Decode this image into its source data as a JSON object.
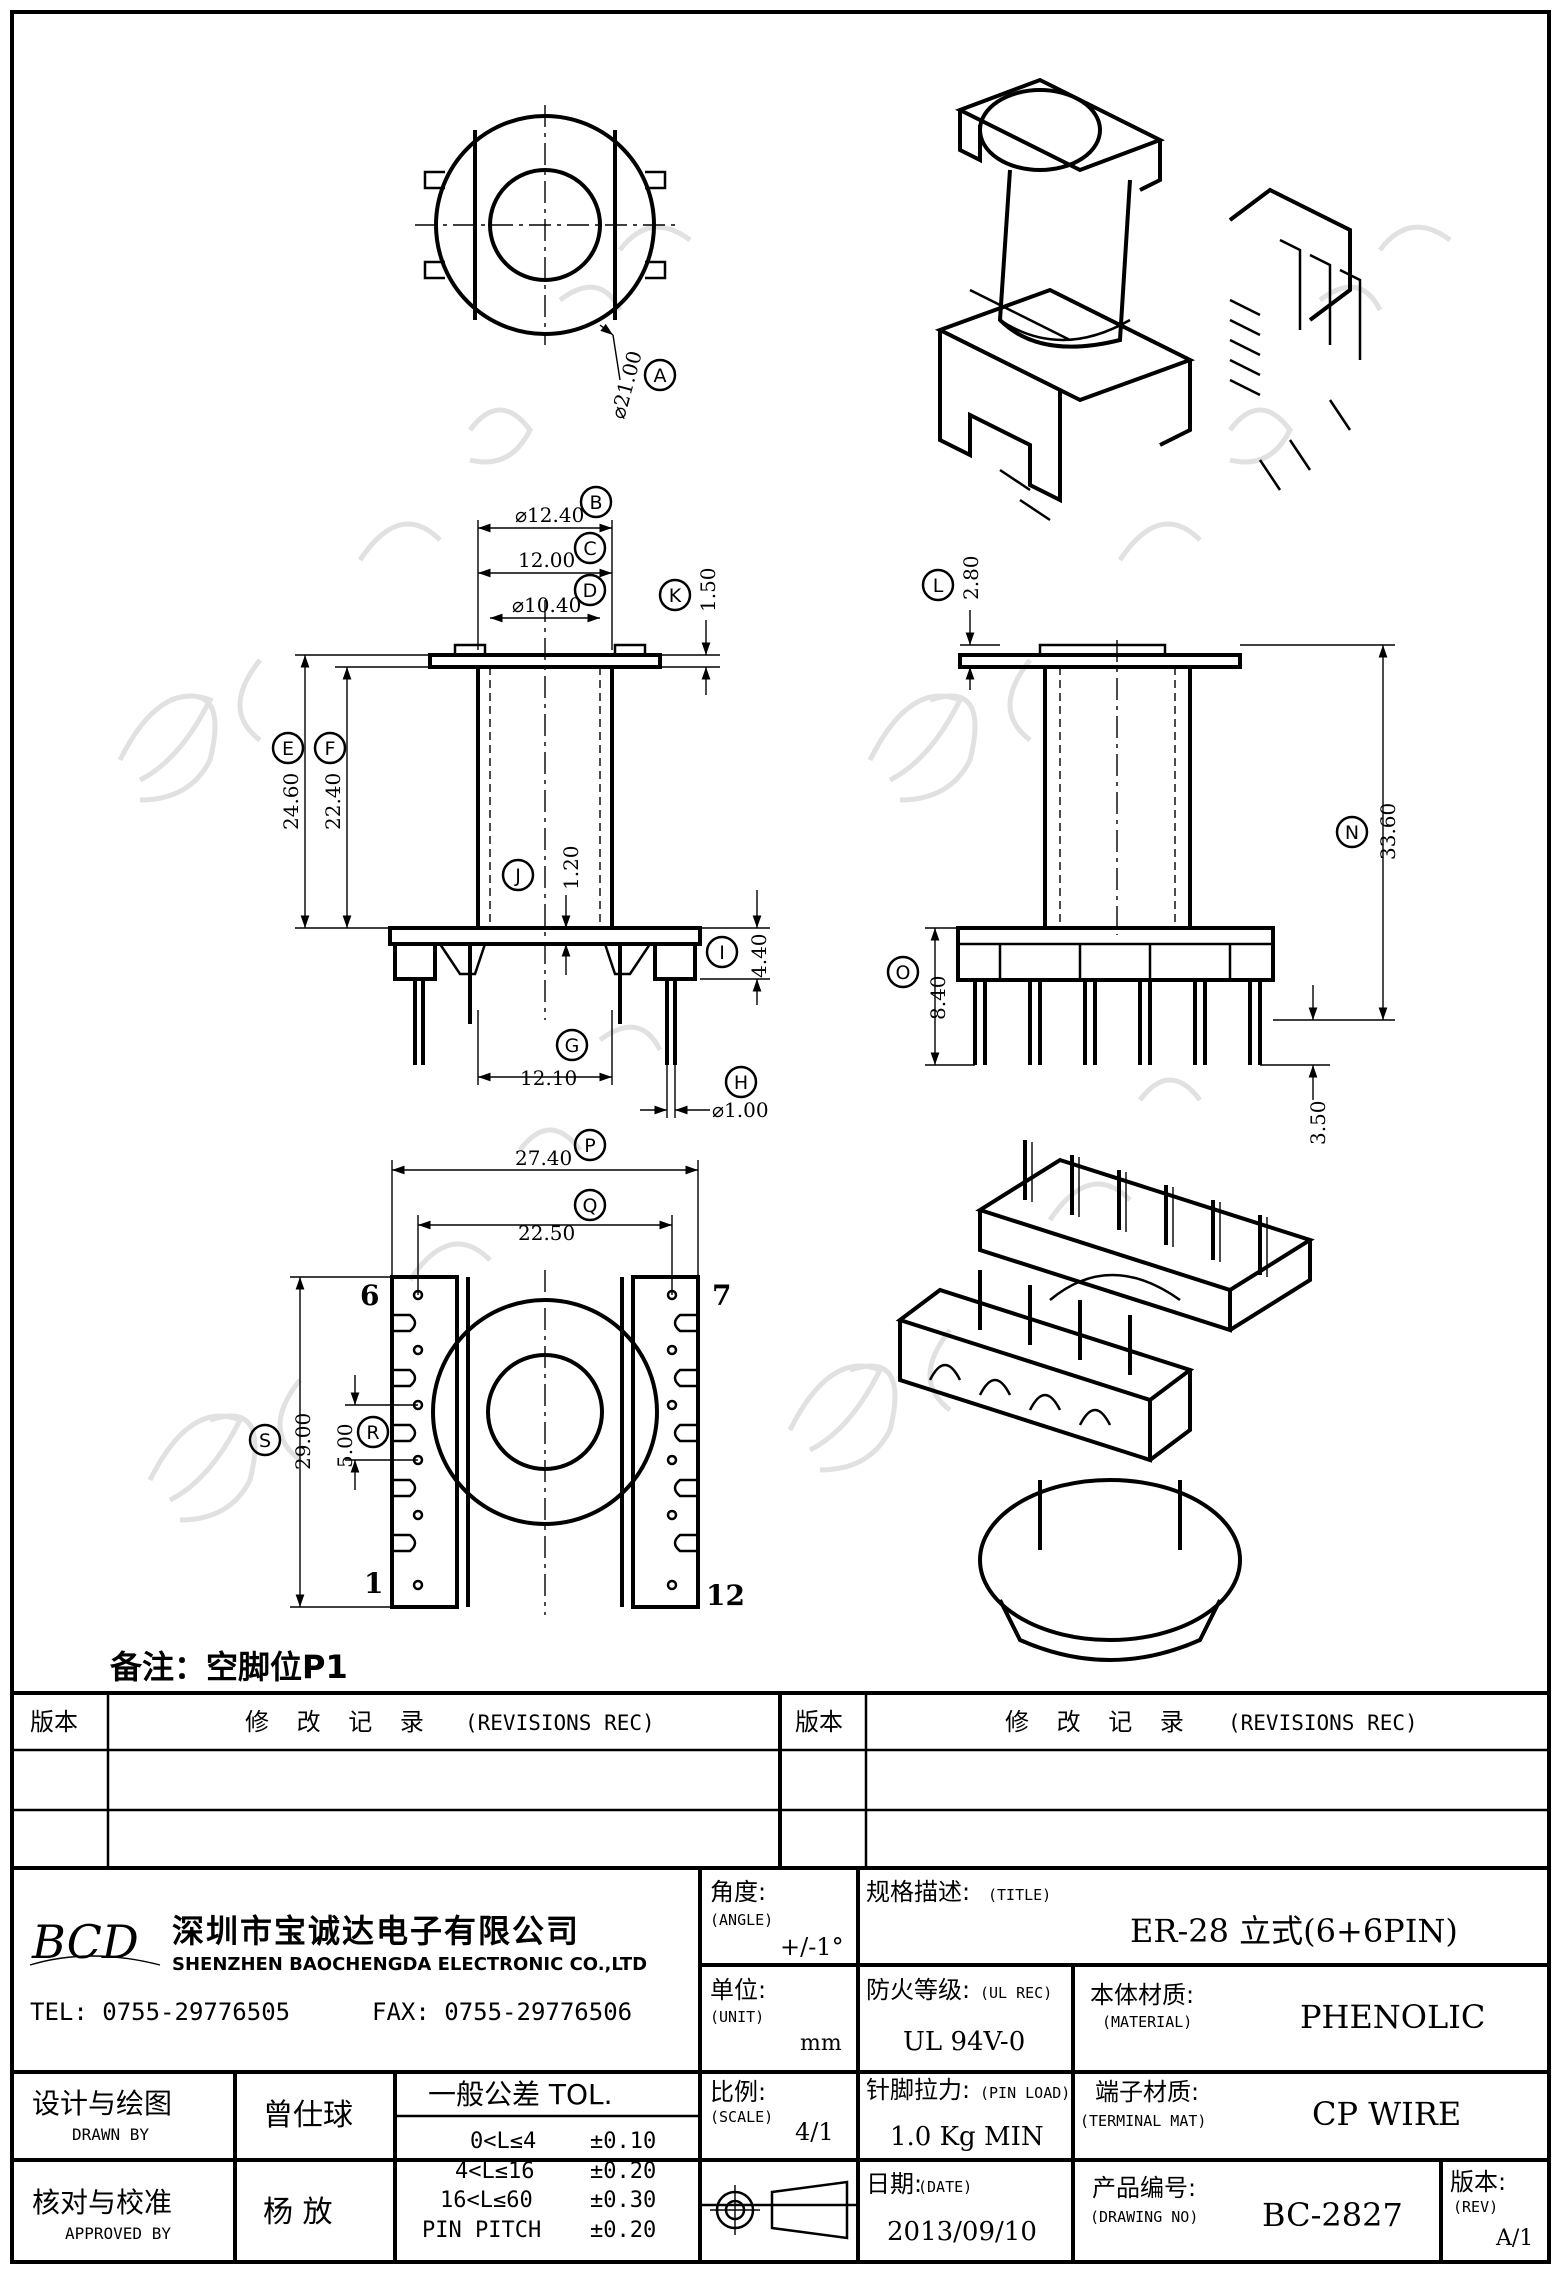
{
  "drawing": {
    "dims": {
      "A": {
        "letter": "A",
        "value": "⌀21.00"
      },
      "B": {
        "letter": "B",
        "value": "⌀12.40"
      },
      "C": {
        "letter": "C",
        "value": "12.00"
      },
      "D": {
        "letter": "D",
        "value": "⌀10.40"
      },
      "K": {
        "letter": "K",
        "value": "1.50"
      },
      "E": {
        "letter": "E",
        "value": "24.60"
      },
      "F": {
        "letter": "F",
        "value": "22.40"
      },
      "J": {
        "letter": "J",
        "value": "1.20"
      },
      "I": {
        "letter": "I",
        "value": "4.40"
      },
      "G": {
        "letter": "G",
        "value": "12.10"
      },
      "H": {
        "letter": "H",
        "value": "⌀1.00"
      },
      "L": {
        "letter": "L",
        "value": "2.80"
      },
      "N": {
        "letter": "N",
        "value": "33.60"
      },
      "O": {
        "letter": "O",
        "value": "8.40"
      },
      "M": {
        "letter": "",
        "value": "3.50"
      },
      "P": {
        "letter": "P",
        "value": "27.40"
      },
      "Q": {
        "letter": "Q",
        "value": "22.50"
      },
      "S": {
        "letter": "S",
        "value": "29.00"
      },
      "R": {
        "letter": "R",
        "value": "5.00"
      }
    },
    "pins": {
      "p1": "1",
      "p6": "6",
      "p7": "7",
      "p12": "12"
    },
    "note": "备注：空脚位P1"
  },
  "title_block": {
    "rev_header": {
      "ver": "版本",
      "rec": "修 改 记 录",
      "rec_en": "(REVISIONS REC)"
    },
    "company": {
      "logo": "BCD",
      "name_cn": "深圳市宝诚达电子有限公司",
      "name_en": "SHENZHEN BAOCHENGDA ELECTRONIC CO.,LTD",
      "tel": "TEL: 0755-29776505",
      "fax": "FAX: 0755-29776506"
    },
    "angle": {
      "label": "角度:",
      "label_en": "(ANGLE)",
      "value": "+/-1°"
    },
    "title": {
      "label": "规格描述:",
      "label_en": "(TITLE)",
      "value": "ER-28 立式(6+6PIN)"
    },
    "unit": {
      "label": "单位:",
      "label_en": "(UNIT)",
      "value": "mm"
    },
    "ul": {
      "label": "防火等级:",
      "label_en": "(UL REC)",
      "value": "UL 94V-0"
    },
    "material": {
      "label": "本体材质:",
      "label_en": "(MATERIAL)",
      "value": "PHENOLIC"
    },
    "designer": {
      "label": "设计与绘图",
      "label_en": "DRAWN BY",
      "value": "曾仕球"
    },
    "tolerance": {
      "label": "一般公差 TOL.",
      "rows": [
        {
          "range": "0<L≤4",
          "tol": "±0.10"
        },
        {
          "range": "4<L≤16",
          "tol": "±0.20"
        },
        {
          "range": "16<L≤60",
          "tol": "±0.30"
        },
        {
          "range": "PIN PITCH",
          "tol": "±0.20"
        }
      ]
    },
    "scale": {
      "label": "比例:",
      "label_en": "(SCALE)",
      "value": "4/1"
    },
    "pin_load": {
      "label": "针脚拉力:",
      "label_en": "(PIN LOAD)",
      "value": "1.0 Kg MIN"
    },
    "terminal": {
      "label": "端子材质:",
      "label_en": "(TERMINAL MAT)",
      "value": "CP WIRE"
    },
    "checker": {
      "label": "核对与校准",
      "label_en": "APPROVED BY",
      "value": "杨 放"
    },
    "date": {
      "label": "日期:",
      "label_en": "(DATE)",
      "value": "2013/09/10"
    },
    "drawing_no": {
      "label": "产品编号:",
      "label_en": "(DRAWING NO)",
      "value": "BC-2827"
    },
    "rev": {
      "label": "版本:",
      "label_en": "(REV)",
      "value": "A/1"
    }
  }
}
